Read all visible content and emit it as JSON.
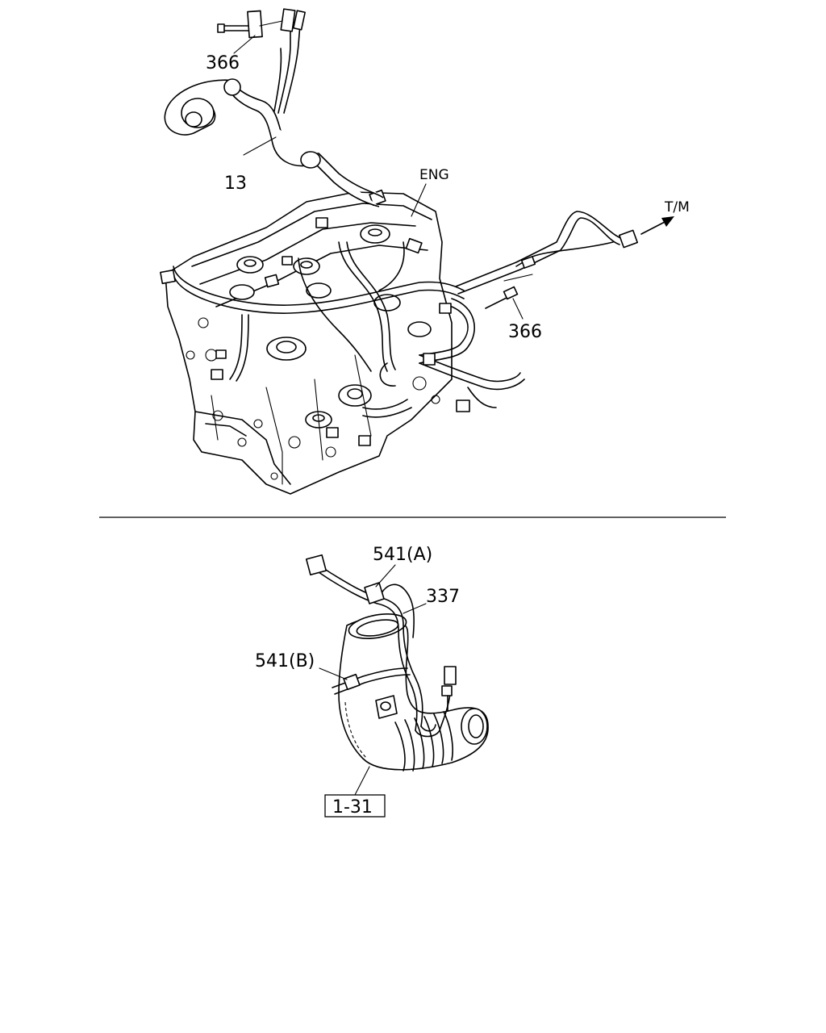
{
  "callouts": {
    "part_366_top": "366",
    "part_13": "13",
    "eng": "ENG",
    "tm": "T/M",
    "part_366_right": "366",
    "part_541a": "541(A)",
    "part_337": "337",
    "part_541b": "541(B)",
    "ref_1_31": "1-31"
  }
}
